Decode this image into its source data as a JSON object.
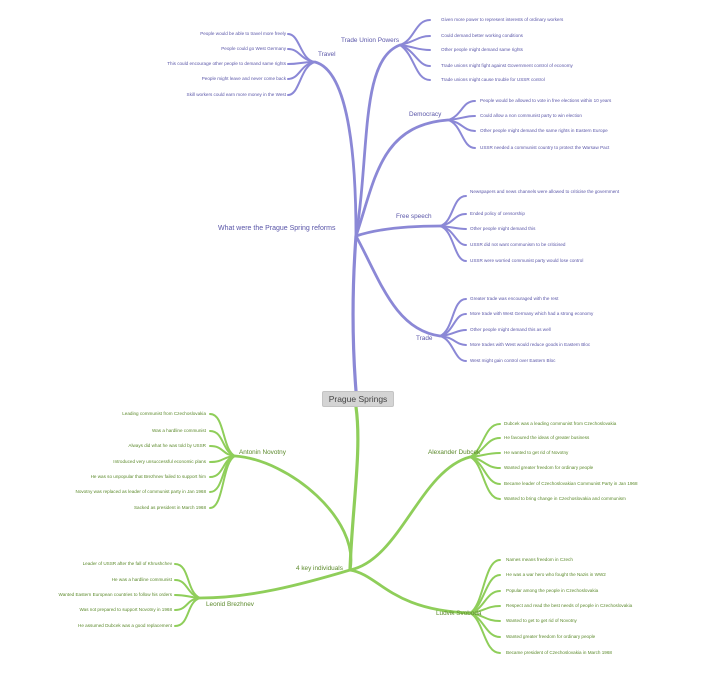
{
  "root": "Prague Springs",
  "colors": {
    "purple": "#8b88d6",
    "green": "#8fce5a",
    "purple_text": "#5a56a8",
    "green_text": "#5c8a2c"
  },
  "reforms": {
    "title": "What were the Prague Spring reforms",
    "travel": {
      "label": "Travel",
      "items": [
        "People would be able to travel more freely",
        "People could go West Germany",
        "This could encourage other people to demand same rights",
        "People might leave and never come back",
        "Skill workers could earn more money in the West"
      ]
    },
    "trade_union": {
      "label": "Trade Union Powers",
      "items": [
        "Given more power to represent interests of ordinary workers",
        "Could demand better working conditions",
        "Other people might demand same rights",
        "Trade unions might fight against Government control of economy",
        "Trade unions might cause trouble for USSR control"
      ]
    },
    "democracy": {
      "label": "Democracy",
      "items": [
        "People would be allowed to vote in free elections within 10 years",
        "Could allow a non communist party to win election",
        "Other people might demand the same rights in Eastern Europe",
        "USSR needed a communist country to protect the Warsaw Pact"
      ]
    },
    "free_speech": {
      "label": "Free speech",
      "items": [
        "Newspapers and news channels were allowed to criticise the government",
        "Ended policy of censorship",
        "Other people might demand this",
        "USSR did not want communism to be criticised",
        "USSR were worried communist party would lose control"
      ]
    },
    "trade": {
      "label": "Trade",
      "items": [
        "Greater trade was encouraged with the rest",
        "More trade with West Germany which had a strong economy",
        "Other people might demand this as well",
        "More trades with West would reduce goods in Eastern Bloc",
        "West might gain control over Eastern Bloc"
      ]
    }
  },
  "individuals": {
    "title": "4 key individuals",
    "novotny": {
      "label": "Antonin Novotny",
      "items": [
        "Leading communist from Czechoslovakia",
        "Was a hardline communist",
        "Always did what he was told by USSR",
        "Introduced very unsuccessful economic plans",
        "He was so unpopular that Brezhnev failed to support him",
        "Novotny was replaced as leader of communist party in Jan 1968",
        "Sacked as president in March 1968"
      ]
    },
    "dubcek": {
      "label": "Alexander Dubcek",
      "items": [
        "Dubcek was a leading communist from Czechoslovakia",
        "He favoured the ideas of greater business",
        "He wanted to get rid of Novotny",
        "Wanted greater freedom for ordinary people",
        "Became leader of Czechoslovakian Communist Party in Jan 1968",
        "Wanted to bring change in Czechoslovakia and communism"
      ]
    },
    "brezhnev": {
      "label": "Leonid Brezhnev",
      "items": [
        "Leader of USSR after the fall of Khrushchev",
        "He was a hardline communist",
        "Wanted Eastern European countries to follow his orders",
        "Was not prepared to support Novotny in 1968",
        "He assumed Dubcek was a good replacement"
      ]
    },
    "svoboda": {
      "label": "Ludvik Svoboda",
      "items": [
        "Names means freedom in Czech",
        "He was a war hero who fought the Nazis in WW2",
        "Popular among the people in Czechoslovakia",
        "Respect and read the best needs of people in Czechoslovakia",
        "Wanted to get to get rid of Novotny",
        "Wanted greater freedom for ordinary people",
        "Became president of Czechoslovakia in March 1968"
      ]
    }
  }
}
